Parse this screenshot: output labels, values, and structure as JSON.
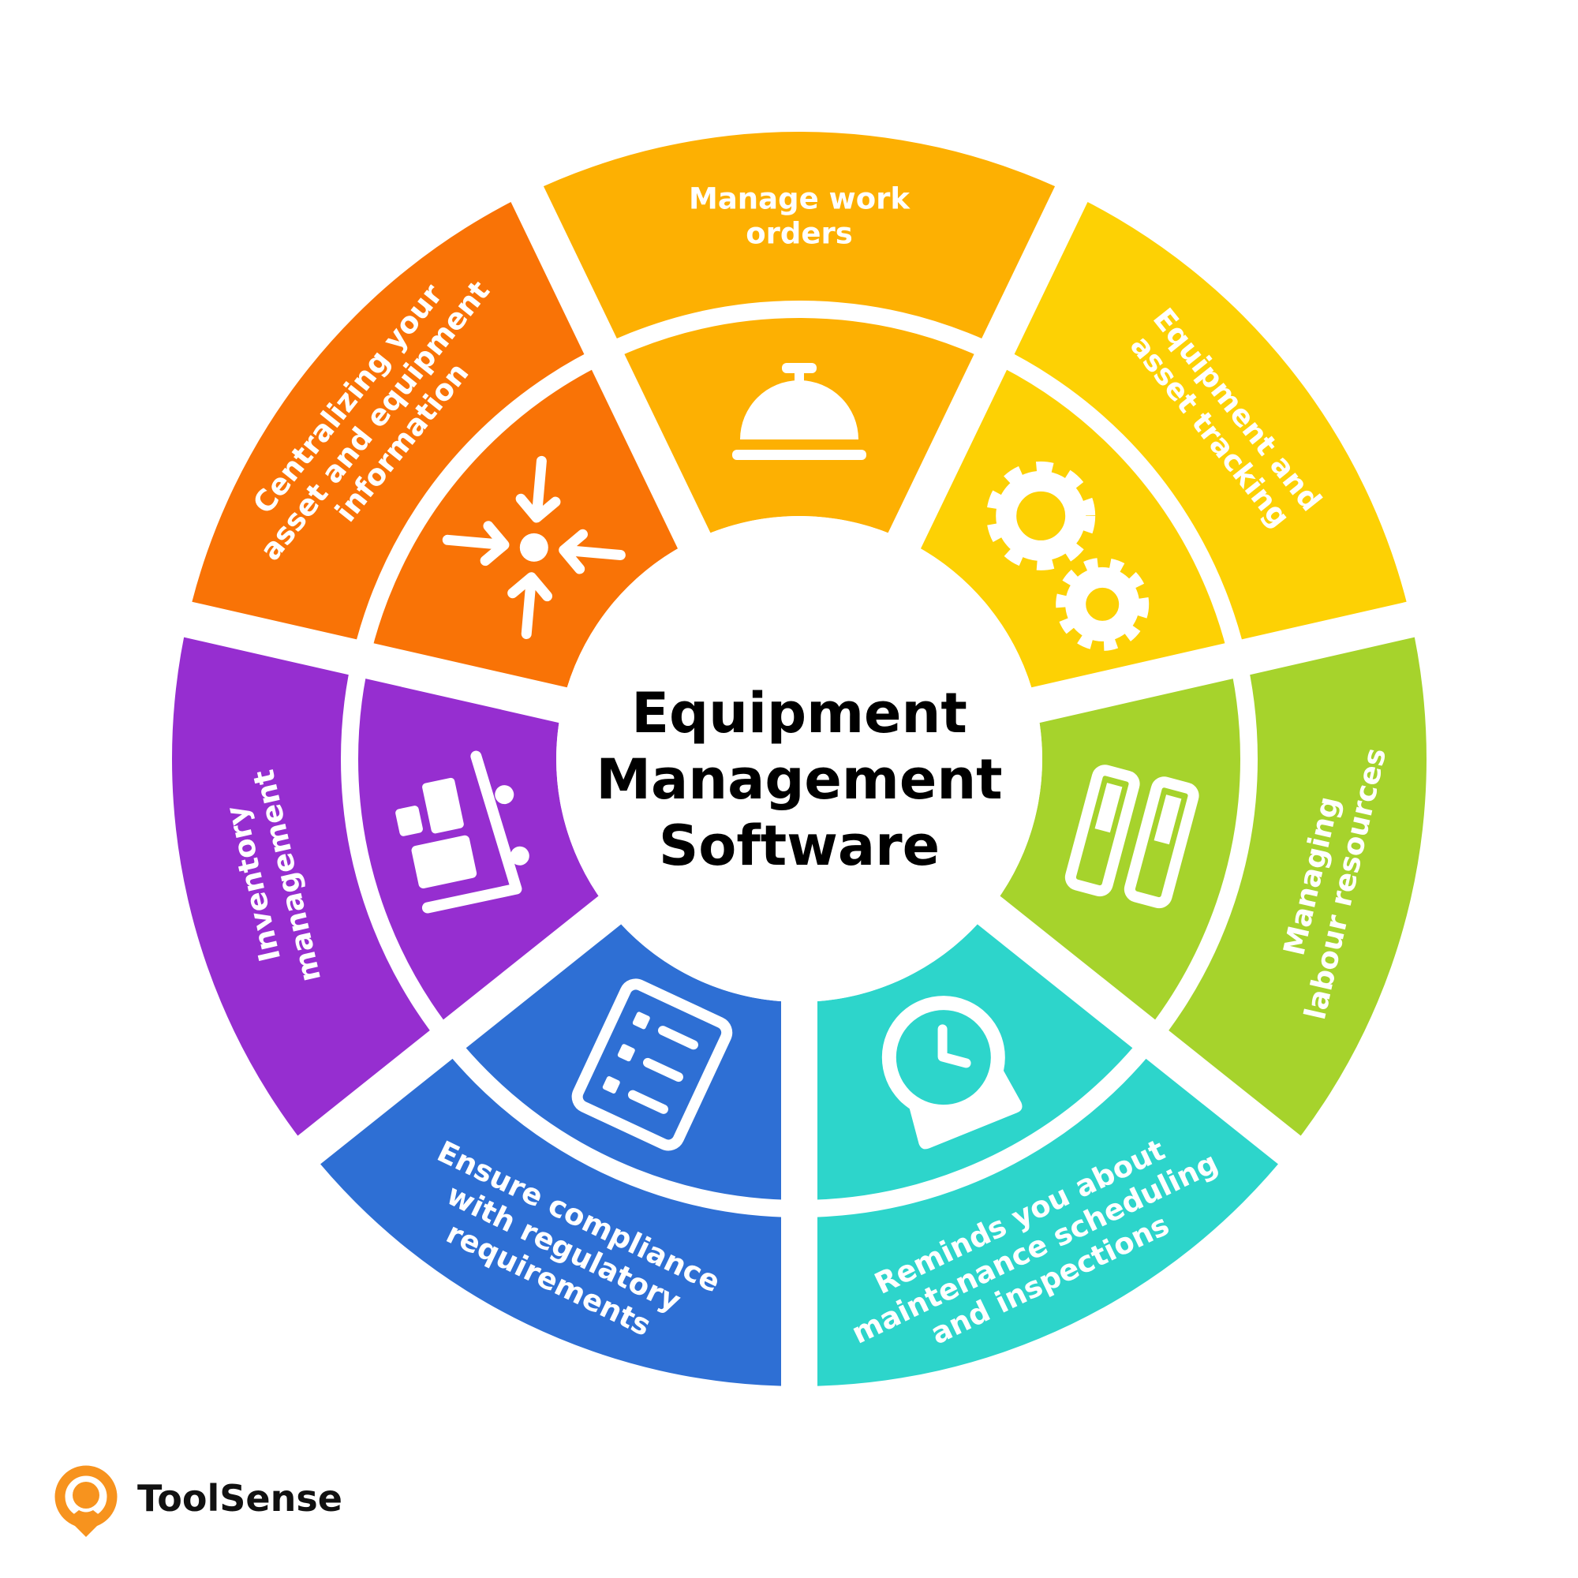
{
  "title": {
    "lines": [
      "Equipment",
      "Management",
      "Software"
    ]
  },
  "segments": [
    {
      "id": "work-orders",
      "color": "#FDB002",
      "icon": "bell-icon",
      "lines": [
        "Manage work",
        "orders"
      ]
    },
    {
      "id": "asset-tracking",
      "color": "#FDD104",
      "icon": "gears-icon",
      "lines": [
        "Equipment and",
        "asset tracking"
      ]
    },
    {
      "id": "labour-resources",
      "color": "#A6D32C",
      "icon": "tags-icon",
      "lines": [
        "Managing",
        "labour resources"
      ]
    },
    {
      "id": "maintenance-reminders",
      "color": "#2DD5CB",
      "icon": "clock-icon",
      "lines": [
        "Reminds you about",
        "maintenance scheduling",
        "and inspections"
      ]
    },
    {
      "id": "compliance",
      "color": "#2E6FD4",
      "icon": "checklist-icon",
      "lines": [
        "Ensure compliance",
        "with regulatory",
        "requirements"
      ]
    },
    {
      "id": "inventory",
      "color": "#962ED0",
      "icon": "hand-truck-icon",
      "lines": [
        "Inventory",
        "management"
      ]
    },
    {
      "id": "centralizing",
      "color": "#F97306",
      "icon": "converge-arrows-icon",
      "lines": [
        "Centralizing your",
        "asset and equipment",
        "information"
      ]
    }
  ],
  "logo": {
    "text": "ToolSense",
    "color": "#F7931E"
  }
}
